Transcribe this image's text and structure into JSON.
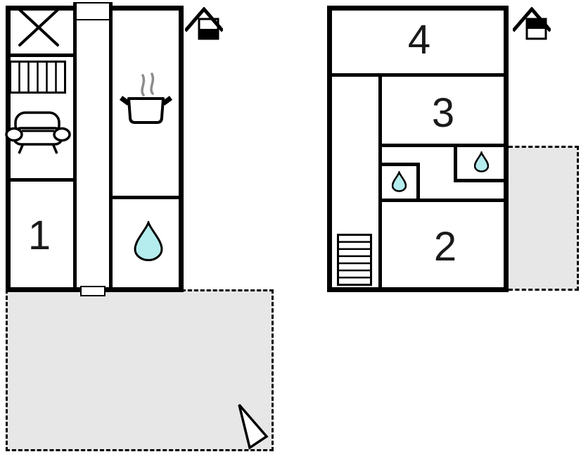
{
  "page": {
    "type": "holiday-home-floor-plan",
    "background": "#ffffff"
  },
  "colors": {
    "wall": "#000000",
    "terrace_fill": "#e7e7e7",
    "water_drop_fill": "#b5ecee",
    "steam_gray": "#8c8c8c"
  },
  "floors": {
    "ground": {
      "indicator_icon": "house-section-lower-filled",
      "rooms": {
        "room1": {
          "label": "1"
        }
      },
      "icons": [
        "window-cross-icon",
        "staircase-icon",
        "sofa-icon",
        "cooking-pot-icon",
        "water-drop-icon",
        "north-arrow-icon"
      ]
    },
    "upper": {
      "indicator_icon": "house-section-upper-filled",
      "rooms": {
        "room2": {
          "label": "2"
        },
        "room3": {
          "label": "3"
        },
        "room4": {
          "label": "4"
        }
      },
      "icons": [
        "staircase-icon",
        "water-drop-icon",
        "water-drop-icon"
      ]
    }
  }
}
